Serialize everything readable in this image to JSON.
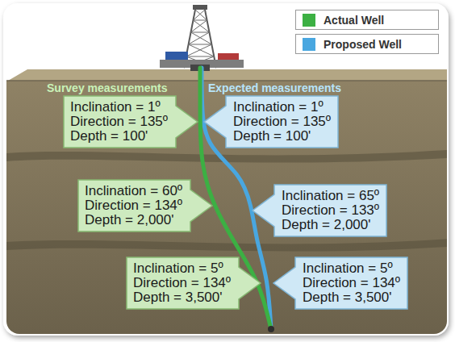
{
  "diagram": {
    "nodes": [
      {
        "text": [
          "Inclination = 1º",
          "Direction = 135º",
          "Depth = 100'"
        ]
      },
      {
        "text": [
          "Inclination = 1º",
          "Direction = 135º",
          "Depth = 100'"
        ]
      },
      {
        "text": [
          "Inclination = 60º",
          "Direction = 134º",
          "Depth = 2,000'"
        ]
      },
      {
        "text": [
          "Inclination = 65º",
          "Direction = 133º",
          "Depth = 2,000'"
        ]
      },
      {
        "text": [
          "Inclination = 5º",
          "Direction = 134º",
          "Depth = 3,500'"
        ]
      },
      {
        "text": [
          "Inclination = 5º",
          "Direction = 134º",
          "Depth = 3,500'"
        ]
      }
    ],
    "labels": [
      "Survey measurements",
      "Expected measurements"
    ],
    "legend": [
      {
        "text": "Actual Well",
        "color": "#3cb043"
      },
      {
        "text": "Proposed Well",
        "color": "#49a7e0"
      }
    ]
  }
}
